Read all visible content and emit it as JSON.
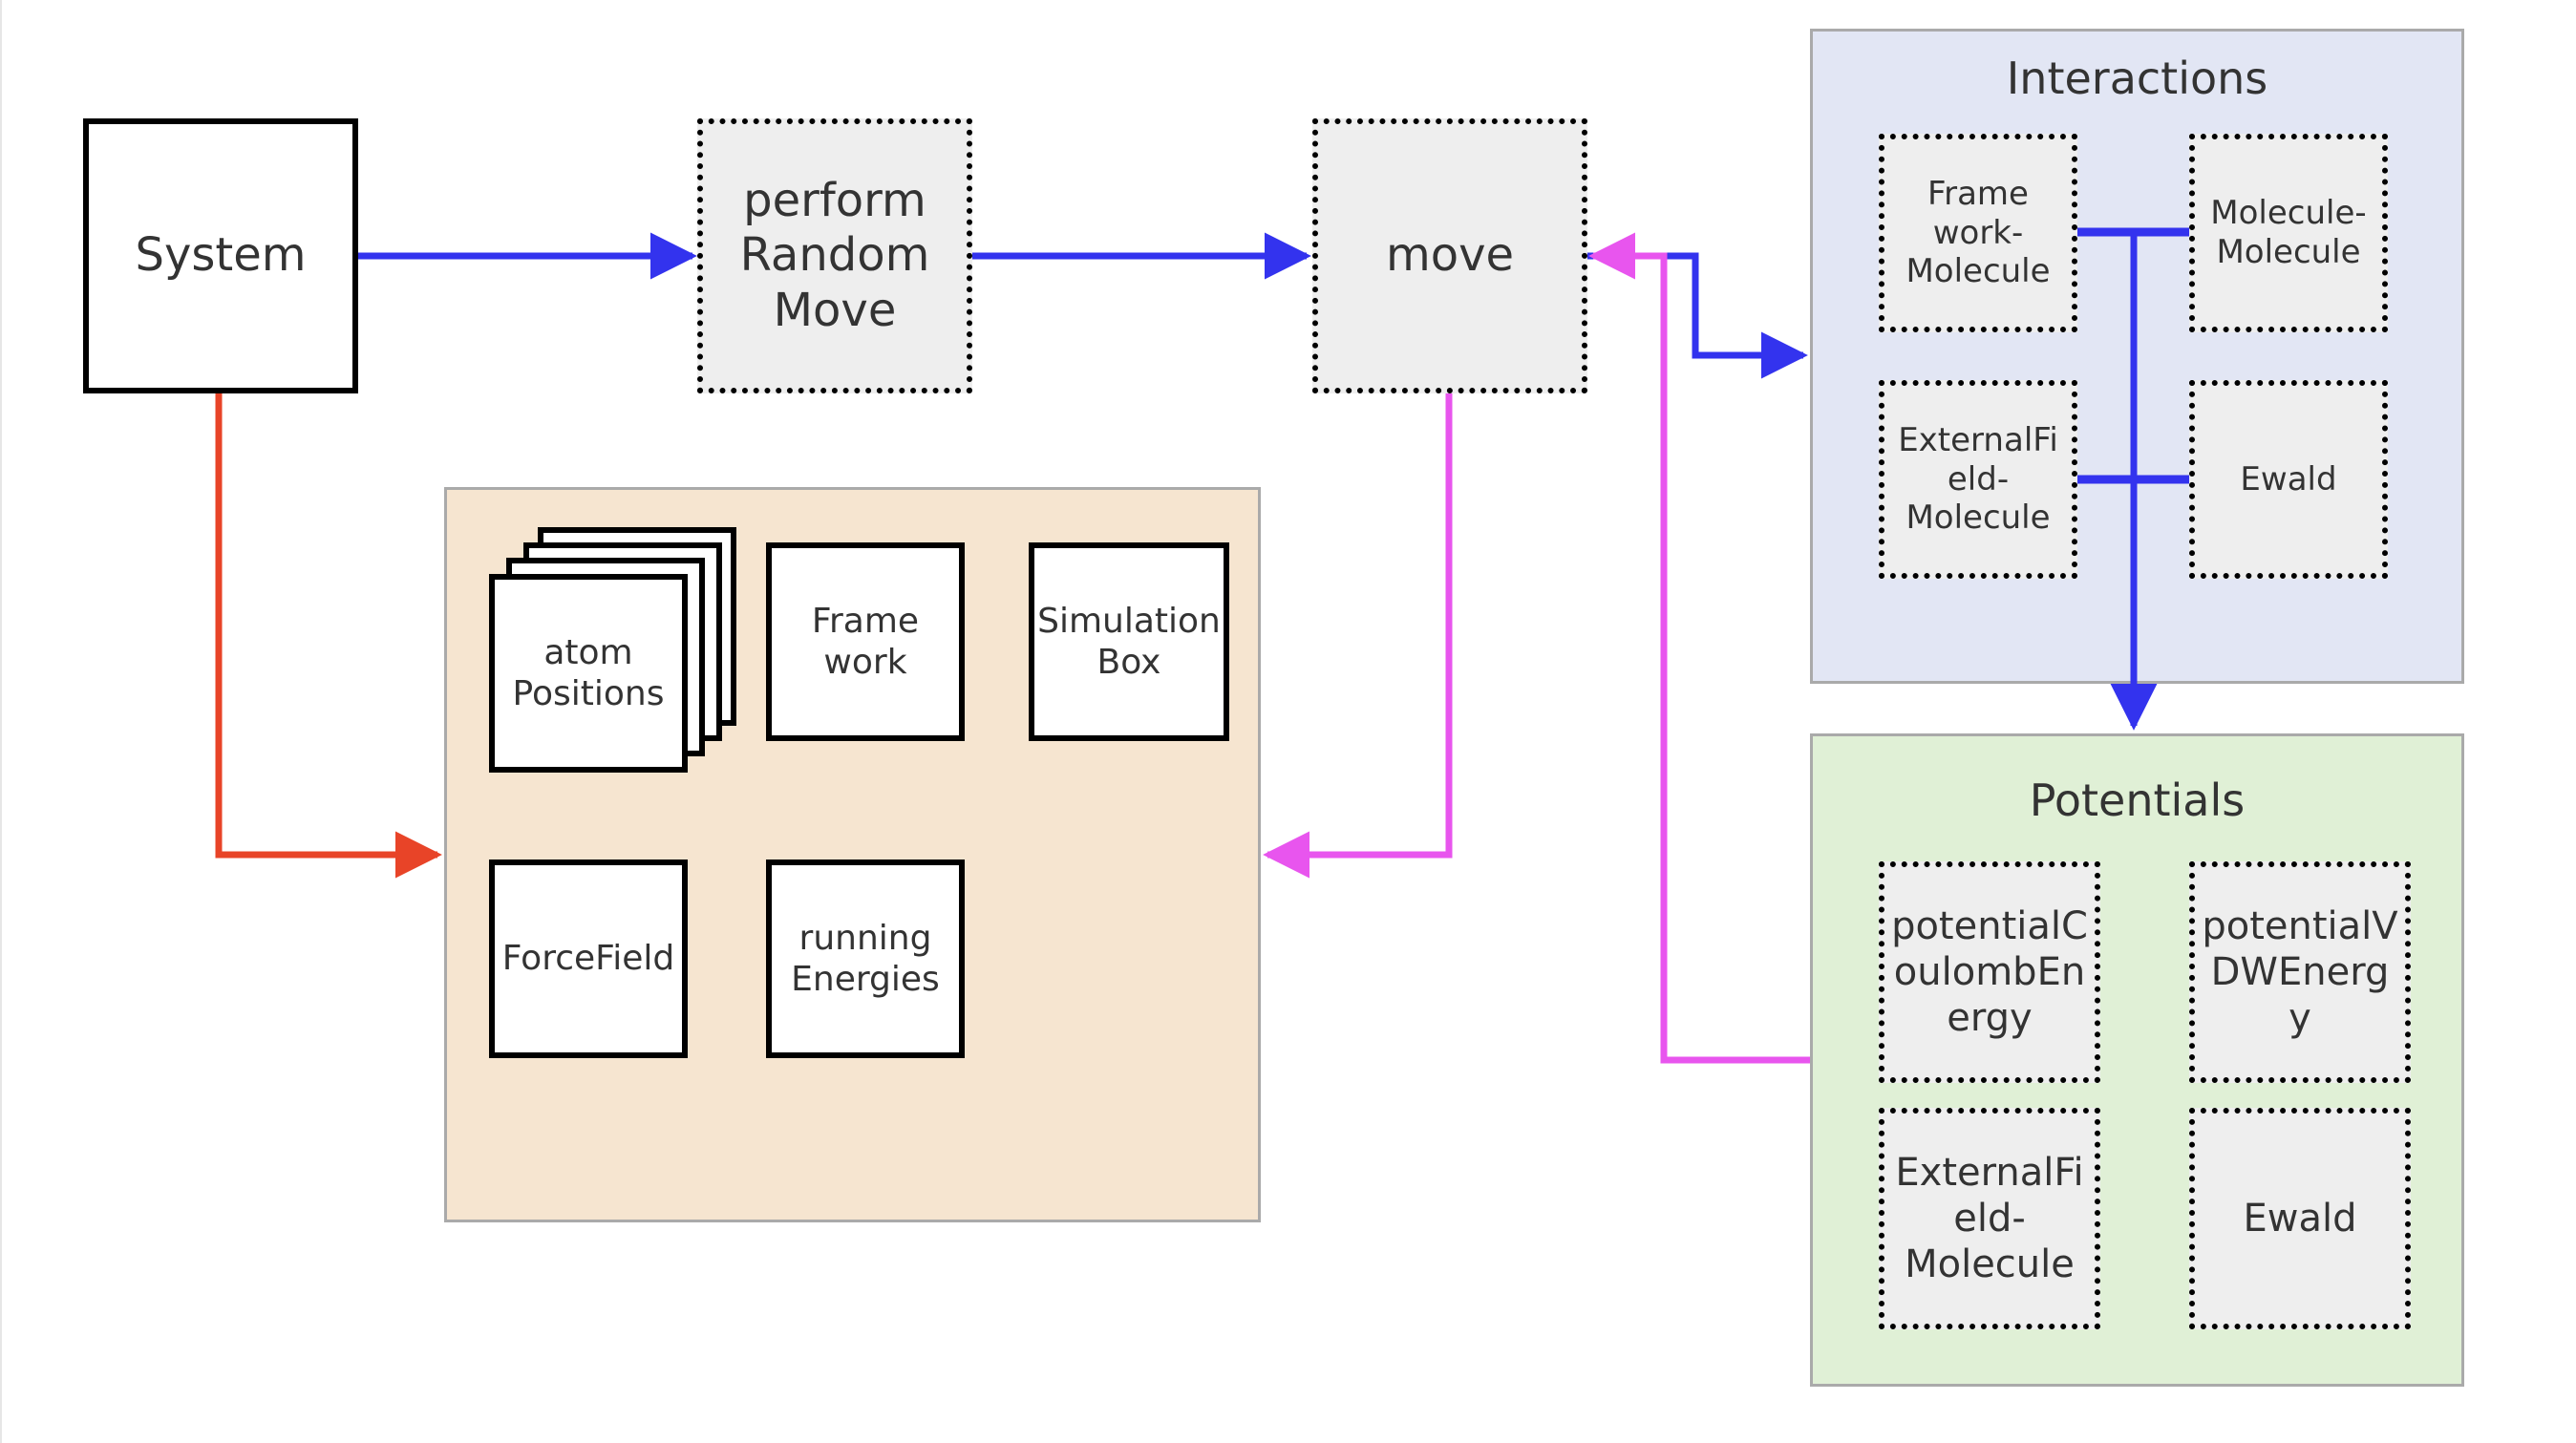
{
  "nodes": {
    "system": "System",
    "perform_random_move": "perform\nRandom\nMove",
    "move": "move",
    "atom_positions": "atom\nPositions",
    "framework": "Frame\nwork",
    "simulation_box": "Simulation\nBox",
    "forcefield": "ForceField",
    "running_energies": "running\nEnergies"
  },
  "interactions": {
    "title": "Interactions",
    "framework_molecule": "Frame\nwork-\nMolecule",
    "molecule_molecule": "Molecule-\nMolecule",
    "externalfield_molecule": "ExternalFi\neld-\nMolecule",
    "ewald": "Ewald"
  },
  "potentials": {
    "title": "Potentials",
    "coulomb": "potentialC\noulombEn\nergy",
    "vdw": "potentialV\nDWEnerg\ny",
    "externalfield_molecule": "ExternalFi\neld-\nMolecule",
    "ewald": "Ewald"
  },
  "colors": {
    "blue_arrow": "#3333ee",
    "red_arrow": "#e84428",
    "magenta_arrow": "#e855ee",
    "state_panel": "#f6e5d0",
    "interactions_panel": "#e2e6f4",
    "potentials_panel": "#e0f0d6"
  }
}
